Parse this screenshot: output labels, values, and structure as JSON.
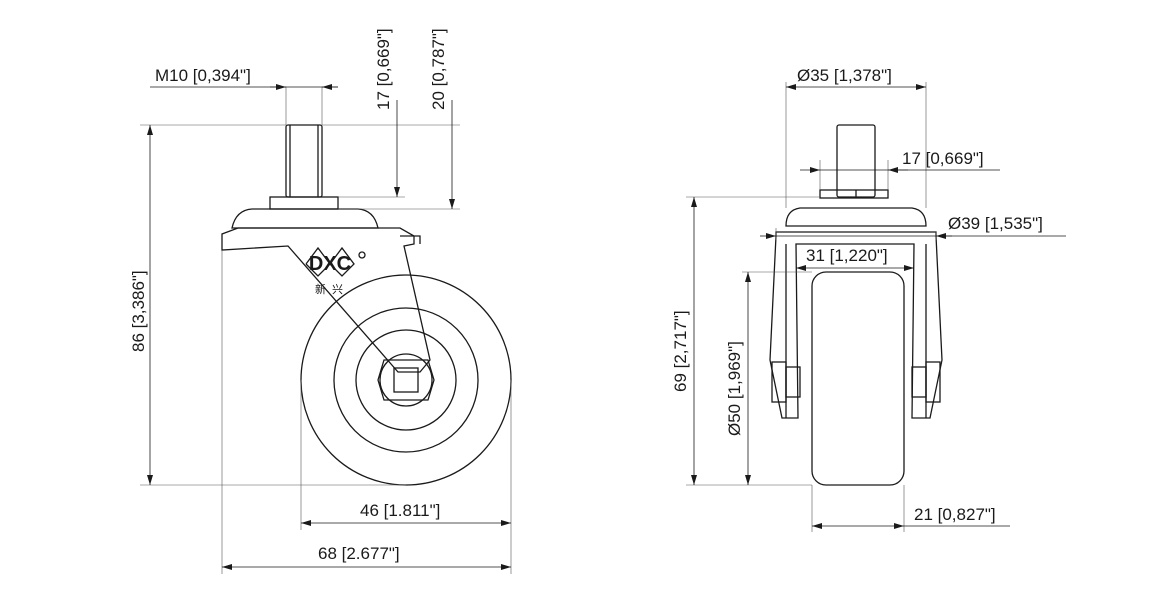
{
  "brand": {
    "logo_letters": "DXC",
    "logo_chinese": "新兴"
  },
  "side_view": {
    "dim_thread": "M10 [0,394\"]",
    "dim_stem_17": "17 [0,669\"]",
    "dim_stem_20": "20 [0,787\"]",
    "dim_height": "86 [3,386\"]",
    "dim_wheel_46": "46 [1.811\"]",
    "dim_swivel_68": "68 [2.677\"]"
  },
  "front_view": {
    "dim_plate_35": "Ø35 [1,378\"]",
    "dim_hex_17": "17 [0,669\"]",
    "dim_plate_39": "Ø39 [1,535\"]",
    "dim_fork_31": "31 [1,220\"]",
    "dim_height_69": "69 [2,717\"]",
    "dim_wheel_50": "Ø50 [1,969\"]",
    "dim_width_21": "21 [0,827\"]"
  }
}
